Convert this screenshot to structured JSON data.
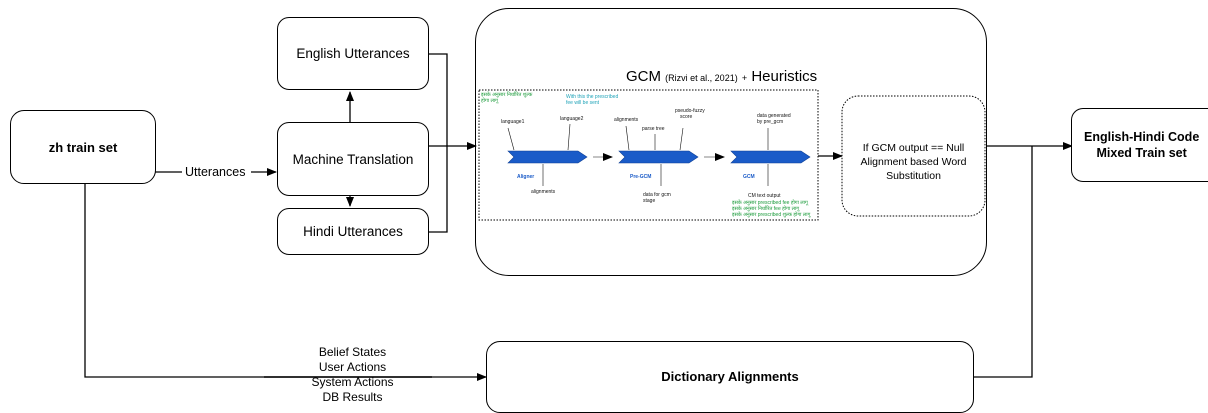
{
  "nodes": {
    "zh_train": "zh train set",
    "english_utt": "English Utterances",
    "machine_translation": "Machine Translation",
    "hindi_utt": "Hindi Utterances",
    "gcm_title_main": "GCM",
    "gcm_title_cite": "(Rizvi et al., 2021)",
    "gcm_title_plus": "+",
    "gcm_title_heur": "Heuristics",
    "gcm_null_line1": "If GCM output == Null",
    "gcm_null_line2": "Alignment based  Word",
    "gcm_null_line3": "Substitution",
    "output_line1": "English-Hindi Code",
    "output_line2": "Mixed Train set",
    "dictionary": "Dictionary Alignments"
  },
  "edges": {
    "utterances": "Utterances",
    "bottom_labels": [
      "Belief States",
      "User Actions",
      "System Actions",
      "DB Results"
    ]
  },
  "pipeline": {
    "stages": [
      "Aligner",
      "Pre-GCM",
      "GCM"
    ],
    "aligner_in1": "language1",
    "aligner_in2": "language2",
    "aligner_out": "alignments",
    "pregcm_in1": "alignments",
    "pregcm_in2": "parse tree",
    "pregcm_in3_l1": "pseudo-fuzzy",
    "pregcm_in3_l2": "score",
    "pregcm_out_l1": "data for gcm",
    "pregcm_out_l2": "stage",
    "gcm_in_l1": "data generated",
    "gcm_in_l2": "by pre_gcm",
    "gcm_out": "CM text output",
    "green_hi_l1": "इसके अनुसार निर्धारित शुल्क",
    "green_hi_l2": "होगा लागू",
    "cyan_en_l1": "With this the prescribed",
    "cyan_en_l2": "fee will be sent",
    "gcm_out_lines": [
      "इसके अनुसार prescribed fee होगा लागू",
      "इसके अनुसार निर्धारित fee होगा लागू",
      "इसके अनुसार prescribed शुल्क होगा लागू"
    ]
  },
  "colors": {
    "stage_blue": "#1a5bc8",
    "green_text": "#1a9a3a",
    "cyan_text": "#1fa3b8"
  }
}
